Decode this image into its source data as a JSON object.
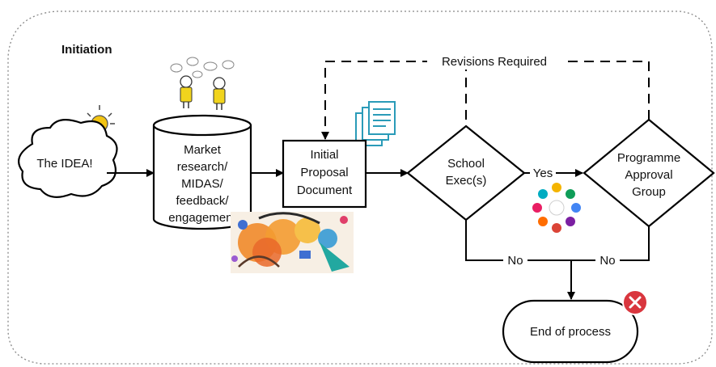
{
  "section_title": "Initiation",
  "nodes": {
    "idea": "The IDEA!",
    "market": [
      "Market",
      "research/",
      "MIDAS/",
      "feedback/",
      "engagement"
    ],
    "proposal": [
      "Initial",
      "Proposal",
      "Document"
    ],
    "school_exec": [
      "School",
      "Exec(s)"
    ],
    "programme_approval": [
      "Programme",
      "Approval",
      "Group"
    ],
    "end": "End of process"
  },
  "edge_labels": {
    "revisions": "Revisions Required",
    "yes": "Yes",
    "no_left": "No",
    "no_right": "No"
  },
  "icons": [
    "lightbulb-icon",
    "people-talking-icon",
    "document-stack-icon",
    "collage-image",
    "team-circle-icon",
    "close-icon"
  ],
  "colors": {
    "line": "#000000",
    "bulb": "#f2c413",
    "doc": "#2a9bb8",
    "close_badge": "#d9363e"
  }
}
